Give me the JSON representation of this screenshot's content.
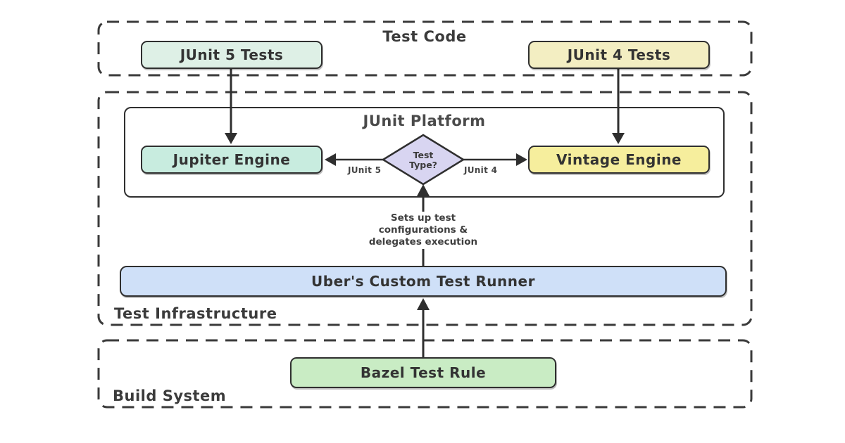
{
  "groups": {
    "test_code": {
      "label": "Test Code"
    },
    "test_infrastructure": {
      "label": "Test Infrastructure"
    },
    "build_system": {
      "label": "Build System"
    }
  },
  "platform": {
    "title": "JUnit Platform"
  },
  "nodes": {
    "junit5_tests": {
      "label": "JUnit 5 Tests",
      "fill": "#def0e6"
    },
    "junit4_tests": {
      "label": "JUnit 4 Tests",
      "fill": "#f3eec2"
    },
    "jupiter_engine": {
      "label": "Jupiter Engine",
      "fill": "#c8ecdf"
    },
    "vintage_engine": {
      "label": "Vintage Engine",
      "fill": "#f6ee9d"
    },
    "test_runner": {
      "label": "Uber's Custom Test Runner",
      "fill": "#cfe0f8"
    },
    "bazel_rule": {
      "label": "Bazel Test Rule",
      "fill": "#c9ecc4"
    }
  },
  "decision": {
    "label": "Test\nType?",
    "fill": "#d8d5f1"
  },
  "edge_labels": {
    "junit5": "JUnit 5",
    "junit4": "JUnit 4"
  },
  "annotation": {
    "text": "Sets up test\nconfigurations &\ndelegates execution"
  },
  "colors": {
    "line": "#2f2f2f",
    "dashed_border": "#3a3a3a",
    "text": "#3b3b3b"
  }
}
